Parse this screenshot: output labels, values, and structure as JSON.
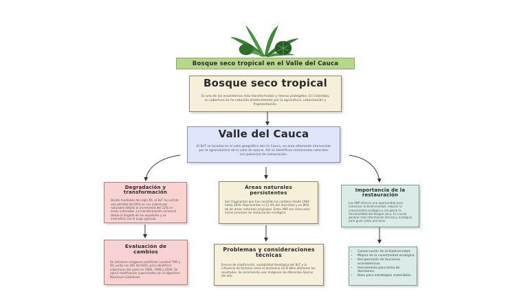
{
  "banner": {
    "title": "Bosque seco tropical en el Valle del Cauca"
  },
  "nodes": {
    "bst": {
      "title": "Bosque seco tropical",
      "body": "Es uno de los ecosistemas más transformados y menos protegidos. En Colombia, su cobertura se ha reducido drásticamente por la agricultura, urbanización y fragmentación."
    },
    "valle": {
      "title": "Valle del Cauca",
      "body": "El BsT se localiza en el valle geográfico del río Cauca, un área altamente intervenida por la agroindustria de la caña de azúcar. Allí se identifican remanentes naturales con potencial de restauración."
    },
    "degradacion": {
      "title": "Degradación y transformación",
      "body": "Desde mediados del siglo XX, el BsT ha sufrido una pérdida del 60% en sus coberturas naturales debido al incremento del 12% en áreas cultivadas. La transformación comenzó desde la llegada de los españoles y se intensificó con el auge agrícola."
    },
    "areas": {
      "title": "Áreas naturales persistentes",
      "body": "Son fragmentos que han resistido los cambios desde 1984 hasta 2016. Representan el 11.4% del área total y un 86% de las áreas naturales originales. Estas ANP son clave para iniciar procesos de restauración ecológica."
    },
    "importancia": {
      "title": "Importancia de la restauración",
      "body": "Las ANP ofrecen una oportunidad para conservar la biodiversidad, mejorar la conectividad ecológica y recuperar la funcionalidad del bosque seco. Es crucial generar más información técnica y ecológica para guiar estos procesos."
    },
    "evaluacion": {
      "title": "Evaluación de cambios",
      "body": "Se utilizaron imágenes satelitales Landsat TM5 y Oli, junto con SIG (ArcGIS), para identificar coberturas del suelo en 1984, 1998 y 2016. Se aplicó clasificación supervisada con el algoritmo Maximum Likelihood."
    },
    "problemas": {
      "title": "Problemas y consideraciones técnicas",
      "body": "Errores de clasificación, variabilidad fenológica del BsT y la influencia de factores como el fenómeno de El Niño afectaron los resultados. Se recomienda usar imágenes de diferentes épocas del año."
    },
    "beneficios": {
      "items": [
        "Conservación de la biodiversidad.",
        "Mejora de la conectividad ecológica.",
        "Recuperación de funciones ecosistémicas.",
        "Herramienta para toma de decisiones.",
        "Base para estrategias sostenibles."
      ]
    }
  },
  "colors": {
    "banner_bg": "#b7d88a",
    "cream": "#f6efd9",
    "cream_border": "#8c8466",
    "blue": "#dfe6fb",
    "blue_border": "#7e8db8",
    "pink": "#f9d2d2",
    "pink_border": "#b87c7c",
    "teal": "#d9ece7",
    "teal_border": "#6fa193",
    "arrow": "#333333"
  },
  "icons": {
    "leaves": "palm-leaves-icon"
  }
}
